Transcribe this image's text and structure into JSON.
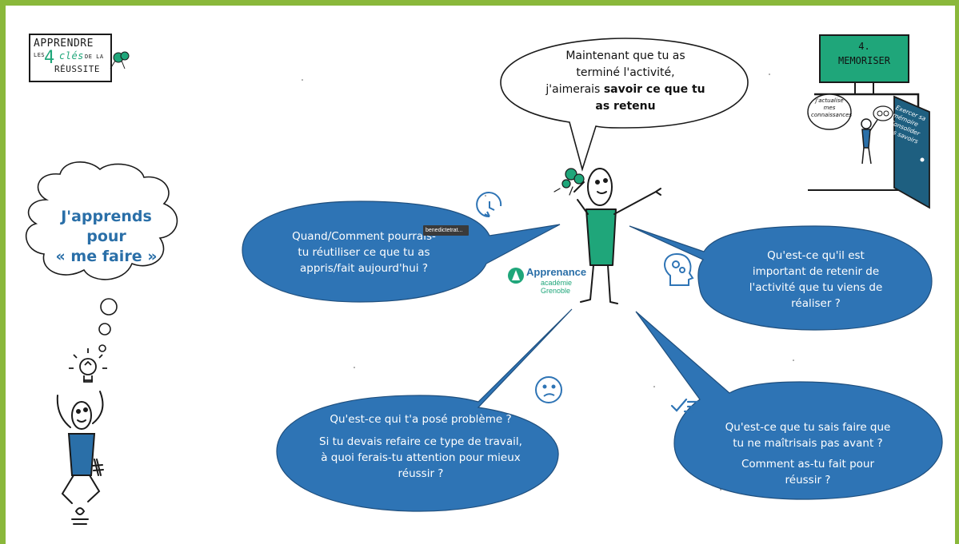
{
  "logo": {
    "line1": "APPRENDRE",
    "les": "LES",
    "number": "4",
    "cles": "clés",
    "de_la": "DE LA",
    "reussite": "RÉUSSITE"
  },
  "thought": {
    "line1": "J'apprends",
    "line2": "pour",
    "line3": "« me faire »"
  },
  "top_bubble": {
    "line1": "Maintenant que tu as",
    "line2": "terminé l'activité,",
    "line3_normal": "j'aimerais ",
    "line3_bold": "savoir ce que tu",
    "line4_bold": "as retenu"
  },
  "left_bubble": {
    "line1": "Quand/Comment pourrais-",
    "line2": "tu réutiliser ce que tu as",
    "line3": "appris/fait aujourd'hui ?"
  },
  "right_bubble": {
    "line1": "Qu'est-ce qu'il est",
    "line2": "important de retenir de",
    "line3": "l'activité que tu viens de",
    "line4": "réaliser ?"
  },
  "bottom_left_bubble": {
    "q1": "Qu'est-ce qui t'a posé problème ?",
    "q2_line1": "Si tu devais refaire ce type de travail,",
    "q2_line2": "à quoi ferais-tu attention pour mieux",
    "q2_line3": "réussir ?"
  },
  "bottom_right_bubble": {
    "q1_line1": "Qu'est-ce que tu sais faire que",
    "q1_line2": "tu ne maîtrisais pas avant ?",
    "q2_line1": "Comment as-tu fait pour",
    "q2_line2": "réussir ?"
  },
  "memoriser": {
    "number": "4.",
    "title": "MEMORISER",
    "speech_line1": "j'actualise",
    "speech_line2": "mes",
    "speech_line3": "connaissances",
    "door_line1": "Exercer sa",
    "door_line2": "mémoire",
    "door_line3": "Consolider",
    "door_line4": "ses savoirs"
  },
  "brand": {
    "name": "Apprenance",
    "sub1": "académie",
    "sub2": "Grenoble"
  },
  "tooltip": "benedictetrat...",
  "colors": {
    "frame": "#8ab83b",
    "bubble": "#2e74b5",
    "bubble_dark": "#2a68a6",
    "shirt": "#1fa67a",
    "shirt_blue": "#2a6fa8",
    "door": "#1e5f80"
  },
  "icons": [
    "clock-refresh-icon",
    "head-gears-icon",
    "confused-face-icon",
    "checklist-icon",
    "lightbulb-icon"
  ]
}
